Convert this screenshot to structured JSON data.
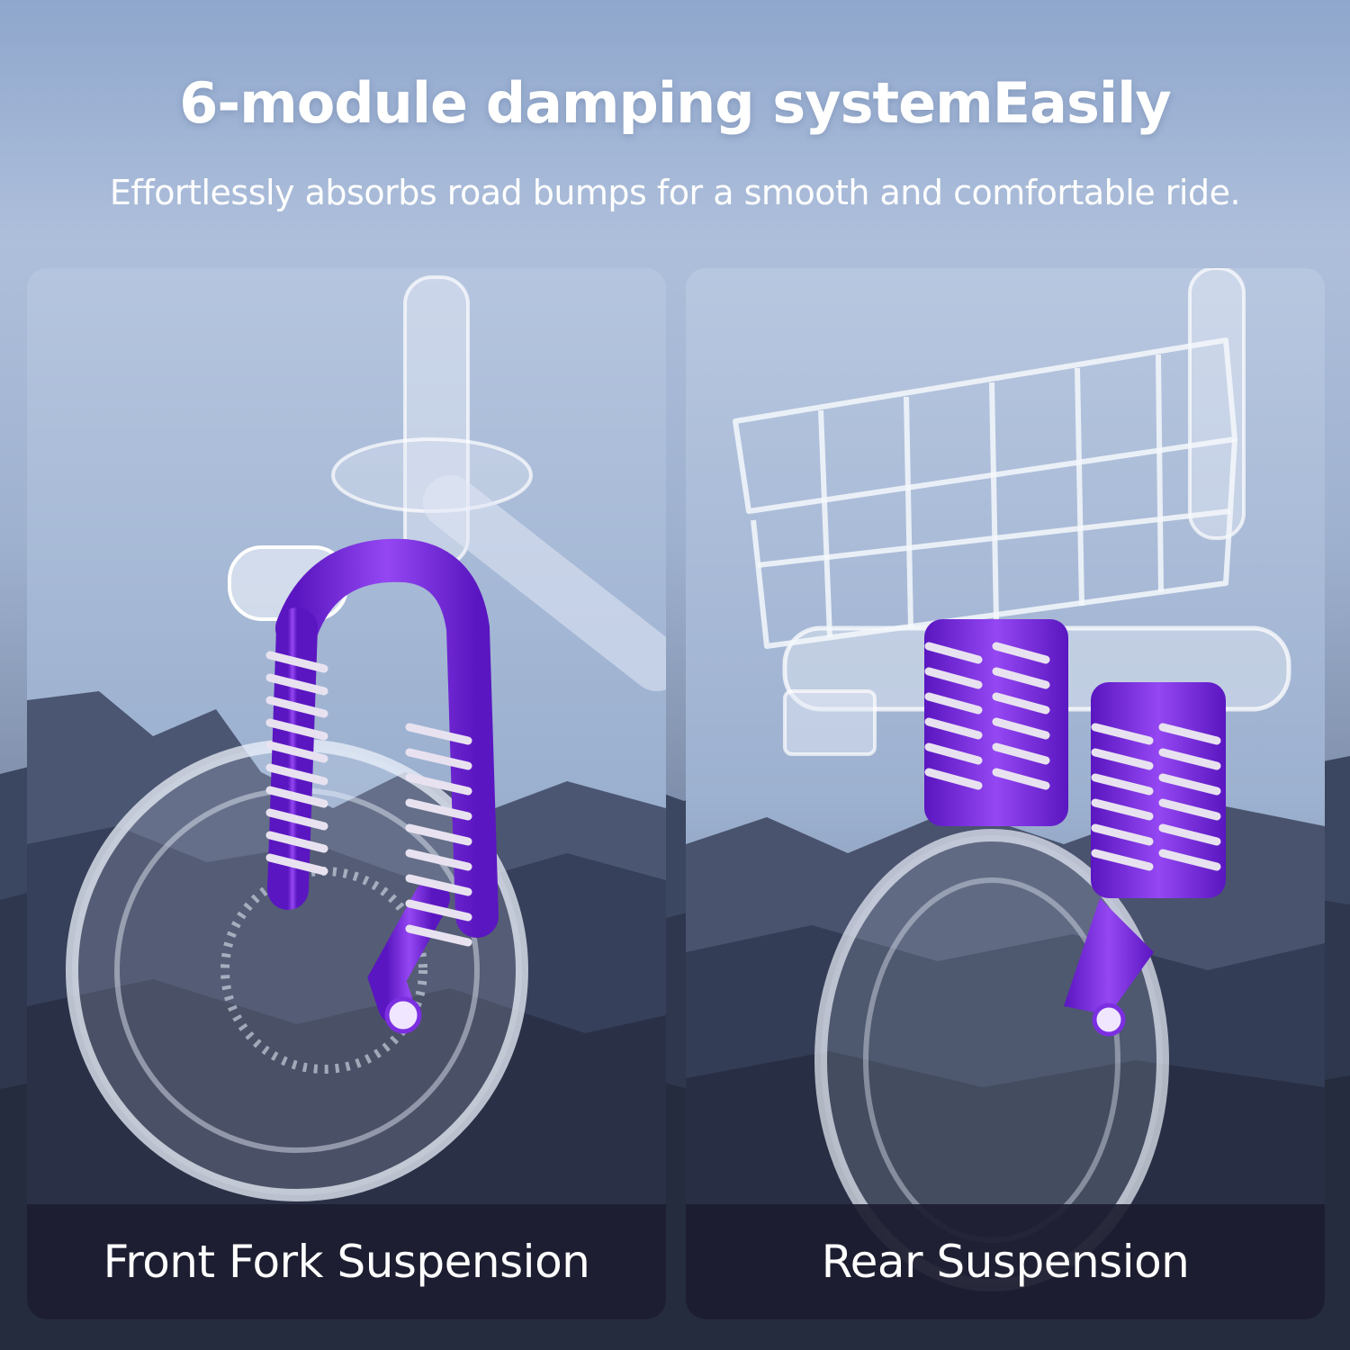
{
  "header": {
    "title": "6-module damping systemEasily",
    "subtitle": "Effortlessly absorbs road bumps for a smooth and comfortable ride."
  },
  "panels": [
    {
      "caption": "Front Fork Suspension",
      "icon": "front-fork-spring-icon"
    },
    {
      "caption": "Rear Suspension",
      "icon": "rear-shock-spring-icon"
    }
  ],
  "colors": {
    "accent_purple": "#7b2fe0",
    "caption_bar": "#1c1c30",
    "text": "#ffffff"
  }
}
